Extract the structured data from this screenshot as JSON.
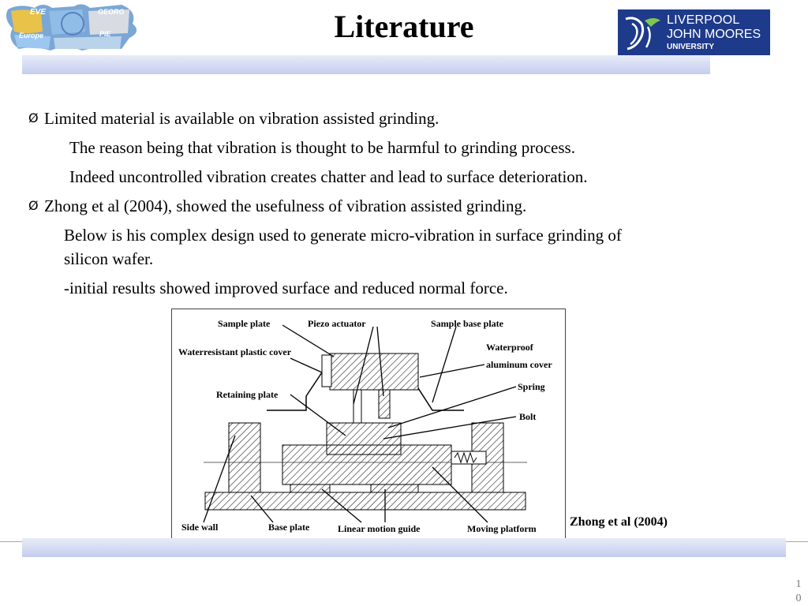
{
  "slide": {
    "title": "Literature",
    "logos": {
      "left_text": [
        "EVE",
        "GEORG",
        "Europe",
        "PIE"
      ],
      "right_lines": [
        "LIVERPOOL",
        "JOHN MOORES",
        "UNIVERSITY"
      ]
    },
    "bullets": [
      {
        "marker": "Ø",
        "text": "Limited material is available  on  vibration assisted grinding."
      },
      {
        "text": "The reason being that vibration is thought to be harmful to grinding process."
      },
      {
        "text": "Indeed uncontrolled vibration  creates chatter  and lead to surface deterioration."
      },
      {
        "marker": "Ø",
        "text": "Zhong et al (2004), showed the usefulness of vibration assisted grinding."
      },
      {
        "text": "Below is his complex design used to generate micro-vibration in surface grinding of"
      },
      {
        "text": "silicon wafer."
      },
      {
        "text": "-initial results showed improved surface and reduced normal  force."
      }
    ],
    "figure": {
      "labels": {
        "sample_plate": "Sample plate",
        "piezo_actuator": "Piezo actuator",
        "sample_base_plate": "Sample base plate",
        "waterresistant_cover": "Waterresistant plastic cover",
        "waterproof_1": "Waterproof",
        "waterproof_2": "aluminum cover",
        "spring": "Spring",
        "bolt": "Bolt",
        "retaining_plate": "Retaining plate",
        "side_wall": "Side wall",
        "base_plate": "Base plate",
        "linear_motion_guide": "Linear motion guide",
        "moving_platform": "Moving platform"
      }
    },
    "caption": "Zhong et al (2004)",
    "page_number": [
      "1",
      "0"
    ]
  }
}
